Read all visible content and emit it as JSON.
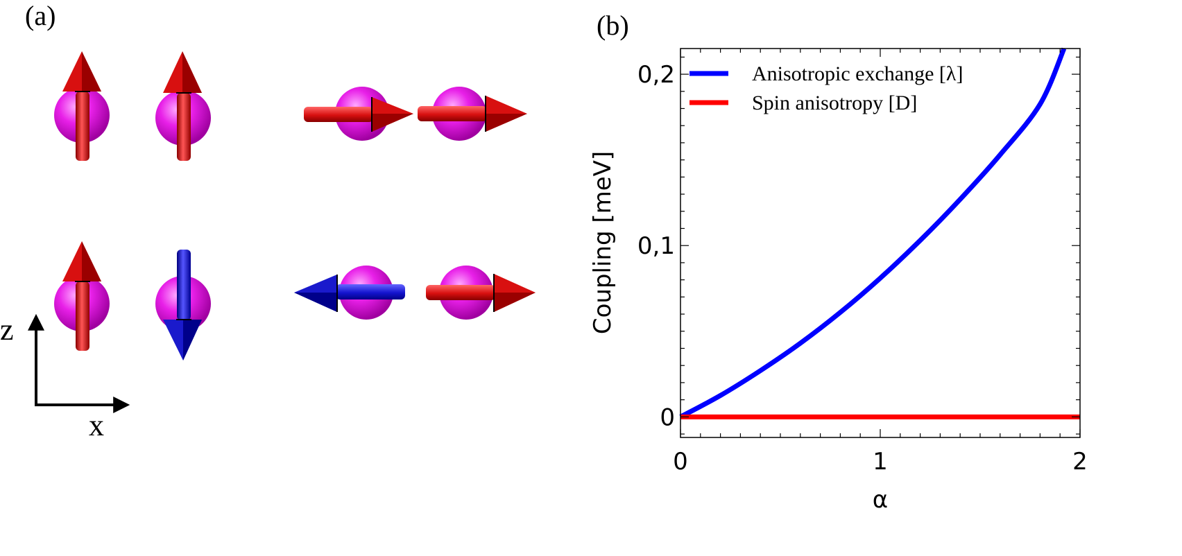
{
  "panel_a": {
    "label": "(a)",
    "axes": {
      "z_label": "z",
      "x_label": "x"
    },
    "colors": {
      "atom": "#e020e0",
      "spin_up": "#dd1111",
      "spin_down": "#1a1acc",
      "axis": "#000000"
    },
    "configurations": [
      {
        "name": "parallel-z",
        "spins": [
          "up",
          "up"
        ]
      },
      {
        "name": "parallel-x",
        "spins": [
          "right",
          "right"
        ]
      },
      {
        "name": "antiparallel-z",
        "spins": [
          "up",
          "down"
        ]
      },
      {
        "name": "antiparallel-x",
        "spins": [
          "left",
          "right"
        ]
      }
    ]
  },
  "panel_b": {
    "label": "(b)",
    "chart_data": {
      "type": "line",
      "xlabel": "α",
      "ylabel": "Coupling [meV]",
      "xlim": [
        0,
        2
      ],
      "ylim": [
        -0.012,
        0.215
      ],
      "xticks": [
        0,
        1,
        2
      ],
      "xtick_labels": [
        "0",
        "1",
        "2"
      ],
      "yticks": [
        0,
        0.1,
        0.2
      ],
      "ytick_labels": [
        "0",
        "0,1",
        "0,2"
      ],
      "grid": false,
      "legend_position": "top-left",
      "series": [
        {
          "name": "Anisotropic exchange [λ]",
          "color": "#0000ff",
          "x": [
            0,
            0.2,
            0.4,
            0.6,
            0.8,
            1.0,
            1.2,
            1.4,
            1.6,
            1.8,
            1.92
          ],
          "y": [
            0,
            0.0125,
            0.027,
            0.043,
            0.061,
            0.081,
            0.103,
            0.127,
            0.153,
            0.1825,
            0.215
          ]
        },
        {
          "name": "Spin anisotropy [D]",
          "color": "#ff0000",
          "x": [
            0,
            2
          ],
          "y": [
            0,
            0
          ]
        }
      ]
    }
  }
}
